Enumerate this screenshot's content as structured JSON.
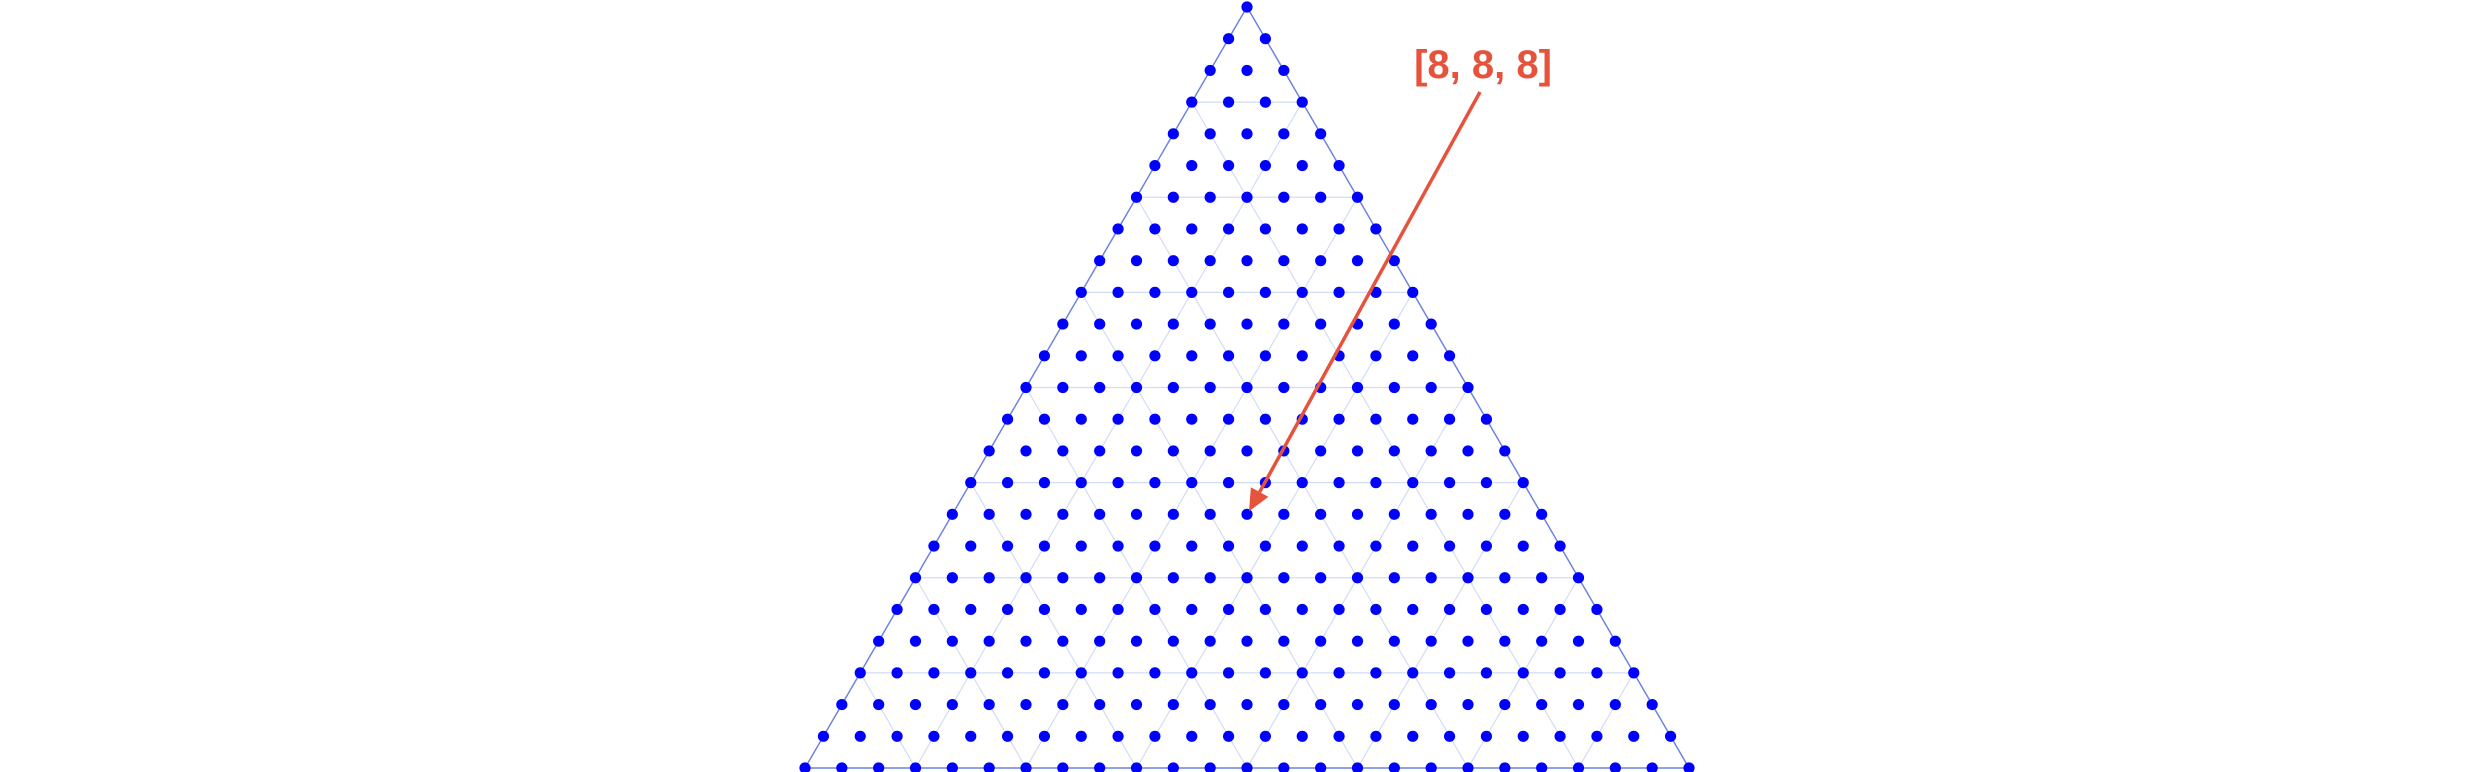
{
  "diagram": {
    "subdivisions": 24,
    "grid_step": 3,
    "annotation": {
      "label": "[8, 8, 8]",
      "barycentric": [
        8,
        8,
        8
      ]
    }
  },
  "colors": {
    "background": "#ffffff",
    "dots": "#0000ff",
    "triangle_outline": "#6f84e0",
    "grid_lines": "#d2dcf5",
    "annotation": "#e5533d"
  }
}
